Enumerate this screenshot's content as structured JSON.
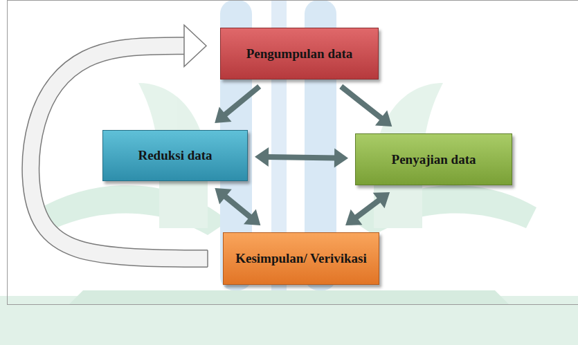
{
  "diagram": {
    "nodes": [
      {
        "text": [
          "Pengumpulan data"
        ]
      },
      {
        "text": [
          "Reduksi data"
        ]
      },
      {
        "text": [
          "Penyajian data"
        ]
      },
      {
        "text": [
          "Kesimpulan/ Verivikasi"
        ]
      }
    ],
    "edges": [
      {
        "from": 0,
        "to": 1,
        "arrow": "to"
      },
      {
        "from": 0,
        "to": 2,
        "arrow": "to"
      },
      {
        "from": 1,
        "to": 2,
        "arrow": "both"
      },
      {
        "from": 1,
        "to": 3,
        "arrow": "both"
      },
      {
        "from": 2,
        "to": 3,
        "arrow": "both"
      },
      {
        "from": 3,
        "to": 0,
        "arrow": "to"
      }
    ]
  }
}
